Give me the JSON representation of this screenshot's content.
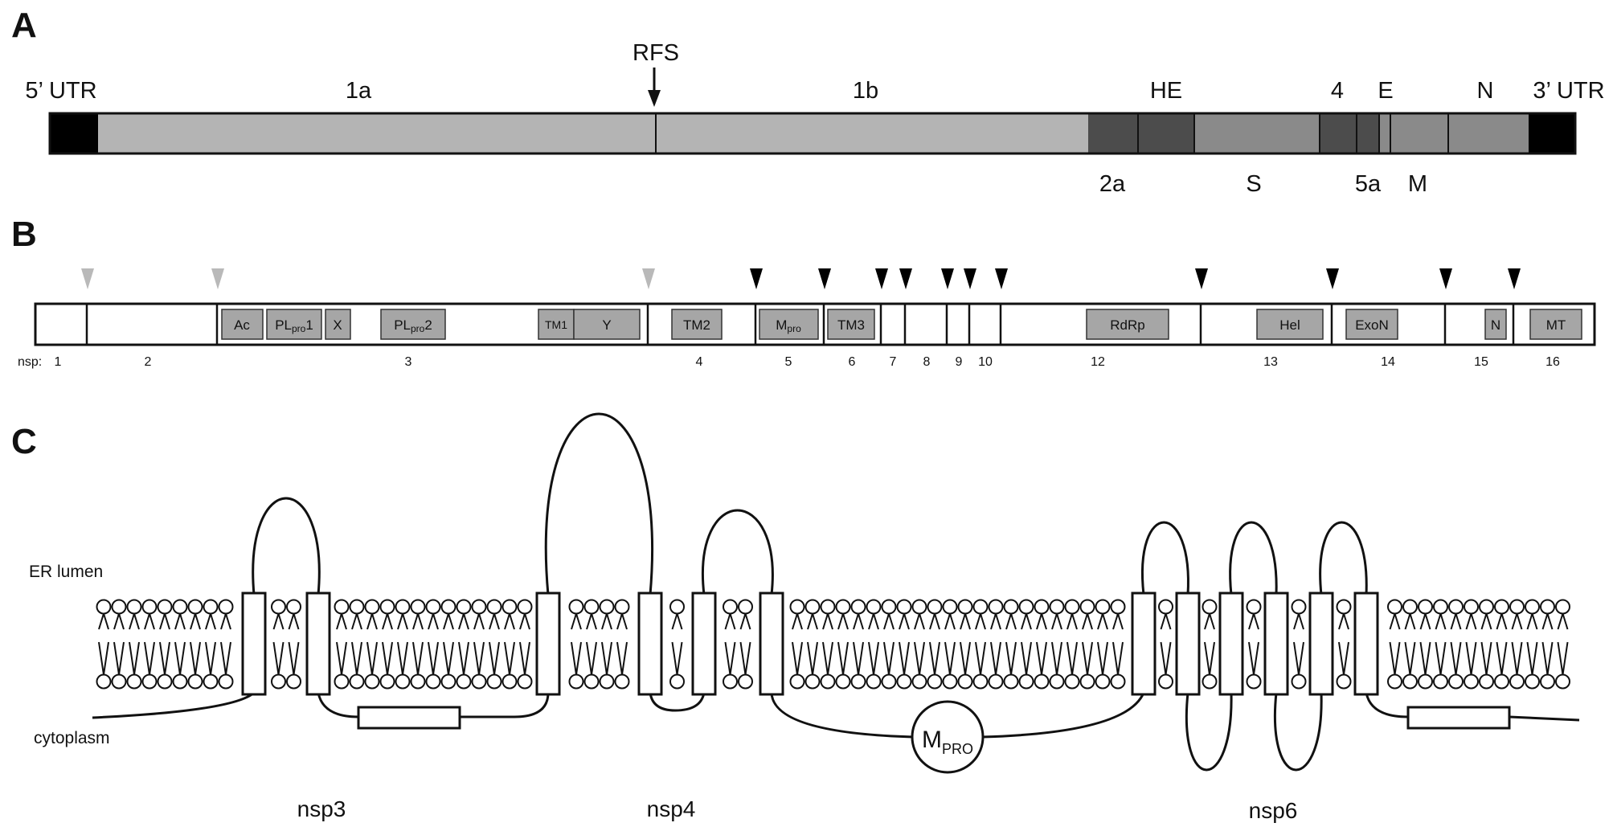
{
  "panels": {
    "a": "A",
    "b": "B",
    "c": "C"
  },
  "panelA": {
    "rfs": "RFS",
    "topLabels": [
      "5’ UTR",
      "1a",
      "1b",
      "HE",
      "4",
      "E",
      "N",
      "3’ UTR"
    ],
    "bottomLabels": [
      "2a",
      "S",
      "5a",
      "M"
    ],
    "colors": {
      "utr": "#000000",
      "orf1": "#b4b4b4",
      "structural_dark": "#4c4c4c",
      "structural_mid": "#8a8a8a"
    }
  },
  "panelB": {
    "nspPrefix": "nsp:",
    "nsps": [
      "1",
      "2",
      "3",
      "4",
      "5",
      "6",
      "7",
      "8",
      "9",
      "10",
      "12",
      "13",
      "14",
      "15",
      "16"
    ],
    "domains": [
      "Ac",
      "PLpro1",
      "X",
      "PLpro2",
      "TM1",
      "Y",
      "TM2",
      "Mpro",
      "TM3",
      "RdRp",
      "Hel",
      "ExoN",
      "N",
      "MT"
    ],
    "domainSub": {
      "PLpro1": [
        "PL",
        "pro",
        "1"
      ],
      "PLpro2": [
        "PL",
        "pro",
        "2"
      ],
      "Mpro": [
        "M",
        "pro",
        ""
      ]
    },
    "cleavageColors": {
      "PLpro": "#b9b9b9",
      "Mpro": "#000000"
    }
  },
  "panelC": {
    "lumen": "ER lumen",
    "cytoplasm": "cytoplasm",
    "nspLabels": [
      "nsp3",
      "nsp4",
      "nsp6"
    ],
    "mpro": [
      "M",
      "PRO"
    ]
  }
}
